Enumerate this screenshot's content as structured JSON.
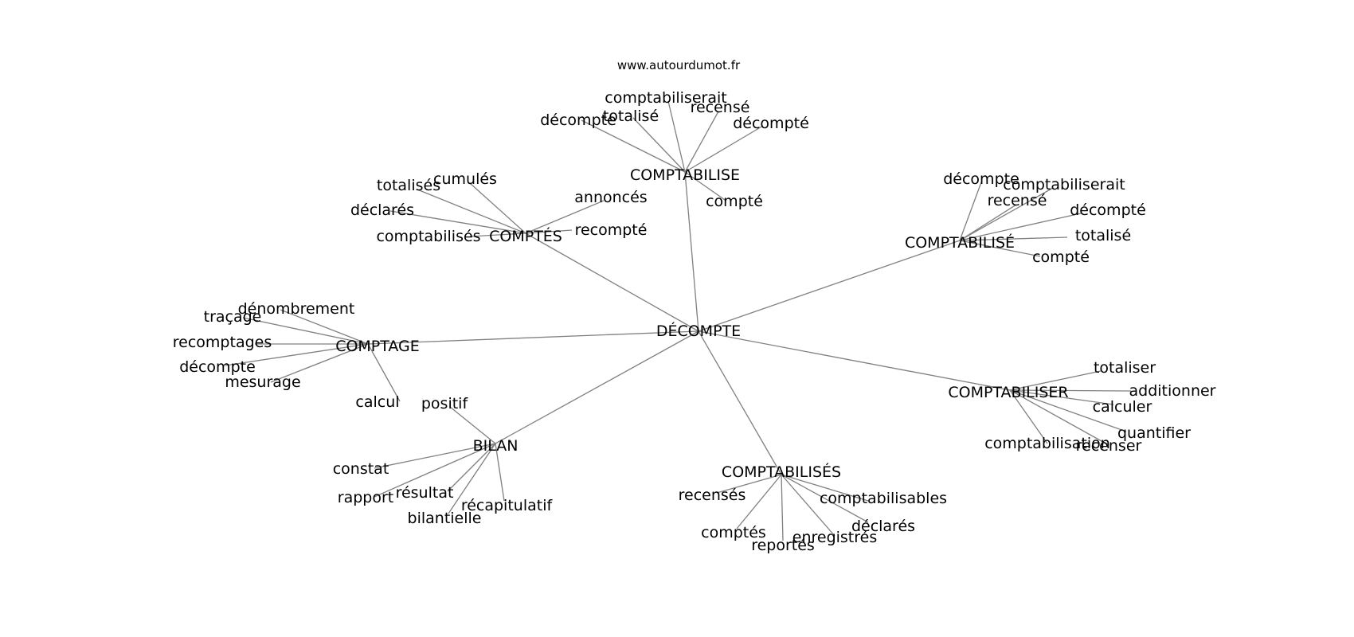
{
  "website": "www.autourdumot.fr",
  "center": "DÉCOMPTE",
  "clusters": [
    {
      "hub": "COMPTABILISE",
      "words": [
        "comptabiliserait",
        "totalisé",
        "décompte",
        "recensé",
        "décompté",
        "compté"
      ]
    },
    {
      "hub": "COMPTÉS",
      "words": [
        "cumulés",
        "totalisés",
        "déclarés",
        "comptabilisés",
        "annoncés",
        "recompté"
      ]
    },
    {
      "hub": "COMPTABILISÉ",
      "words": [
        "décompte",
        "comptabiliserait",
        "recensé",
        "décompté",
        "totalisé",
        "compté"
      ]
    },
    {
      "hub": "COMPTAGE",
      "words": [
        "dénombrement",
        "traçage",
        "recomptages",
        "décompte",
        "mesurage",
        "calcul"
      ]
    },
    {
      "hub": "COMPTABILISER",
      "words": [
        "totaliser",
        "additionner",
        "calculer",
        "quantifier",
        "recenser",
        "comptabilisation"
      ]
    },
    {
      "hub": "BILAN",
      "words": [
        "positif",
        "constat",
        "rapport",
        "résultat",
        "récapitulatif",
        "bilantielle"
      ]
    },
    {
      "hub": "COMPTABILISÉS",
      "words": [
        "recensés",
        "comptabilisables",
        "déclarés",
        "enregistrés",
        "reportés",
        "comptés"
      ]
    }
  ]
}
